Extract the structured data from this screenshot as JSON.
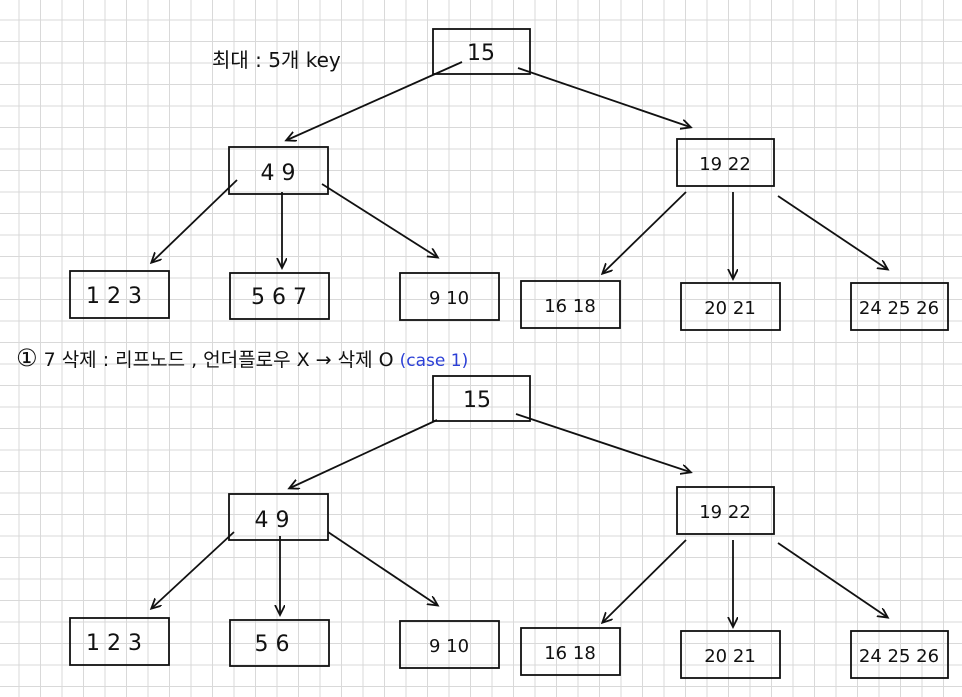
{
  "annotations": {
    "max_keys": "최대 : 5개 key",
    "circled_number": "①",
    "step_description": "7 삭제 : 리프노드 , 언더플로우 X → 삭제 O",
    "case_label": "(case 1)"
  },
  "tree_before": {
    "root": "15",
    "level1": [
      "4 9",
      "19 22"
    ],
    "leaves": [
      "1 2 3",
      "5 6 7",
      "9 10",
      "16 18",
      "20 21",
      "24 25 26"
    ]
  },
  "tree_after": {
    "root": "15",
    "level1": [
      "4 9",
      "19 22"
    ],
    "leaves": [
      "1 2 3",
      "5 6",
      "9 10",
      "16 18",
      "20 21",
      "24 25 26"
    ]
  },
  "colors": {
    "ink": "#111111",
    "blue_note": "#2b3fd6",
    "grid": "#d9d9d9"
  }
}
